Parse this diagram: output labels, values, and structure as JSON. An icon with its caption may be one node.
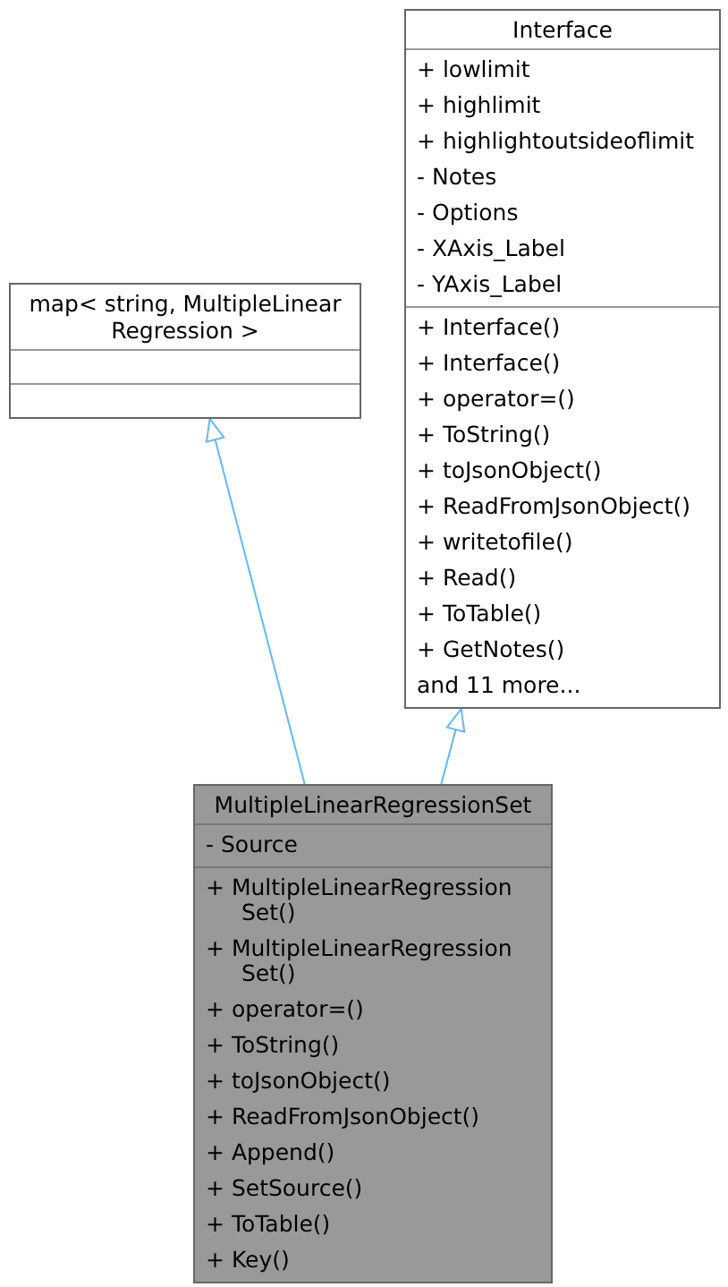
{
  "diagram": {
    "nodes": [
      {
        "text": [
          "Interface"
        ]
      },
      {
        "text": [
          "+ lowlimit",
          "+ highlimit",
          "+ highlightoutsideoflimit",
          "- Notes",
          "- Options",
          "- XAxis_Label",
          "- YAxis_Label"
        ],
        "in": 0
      },
      {
        "text": [
          "+ Interface()",
          "+ Interface()",
          "+ operator=()",
          "+ ToString()",
          "+ toJsonObject()",
          "+ ReadFromJsonObject()",
          "+ writetofile()",
          "+ Read()",
          "+ ToTable()",
          "+ GetNotes()",
          "and 11 more..."
        ],
        "in": 0
      },
      {
        "text": [
          "map< string, MultipleLinear Regression >"
        ]
      },
      {
        "text": [],
        "shape": "box",
        "in": 3
      },
      {
        "text": [],
        "shape": "box",
        "in": 3
      },
      {
        "text": [
          "MultipleLinearRegressionSet"
        ]
      },
      {
        "text": [
          "- Source"
        ],
        "in": 6
      },
      {
        "text": [
          "+ MultipleLinearRegression Set()",
          "+ MultipleLinearRegression Set()",
          "+ operator=()",
          "+ ToString()",
          "+ toJsonObject()",
          "+ ReadFromJsonObject()",
          "+ Append()",
          "+ SetSource()",
          "+ ToTable()",
          "+ Key()"
        ],
        "in": 6
      }
    ],
    "edges": [
      {
        "from": 6,
        "to": 3,
        "arrow": "to"
      },
      {
        "from": 6,
        "to": 0,
        "arrow": "to"
      }
    ]
  }
}
